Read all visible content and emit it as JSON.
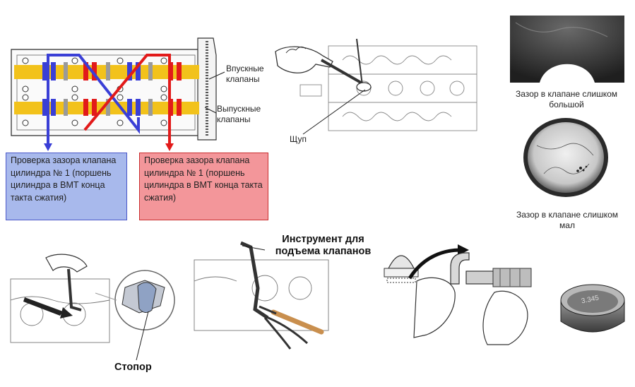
{
  "labels": {
    "intake_valves": "Впускные клапаны",
    "exhaust_valves": "Выпускные клапаны",
    "feeler_gauge": "Щуп",
    "gap_too_large": "Зазор в клапане слишком большой",
    "gap_too_small": "Зазор в клапане слишком мал",
    "valve_lift_tool": "Инструмент для подъема клапанов",
    "stopper": "Стопор",
    "shim_marking": "3.345"
  },
  "boxes": {
    "blue_check": "Проверка зазора клапана цилиндра № 1 (поршень цилиндра в ВМТ конца такта сжатия)",
    "red_check": "Проверка зазора клапана цилиндра № 1 (поршень цилиндра в ВМТ конца такта сжатия)"
  },
  "colors": {
    "blue_box_bg": "#a8b9ec",
    "blue_line": "#3a3fd6",
    "red_box_bg": "#f3969a",
    "red_line": "#e21a1a",
    "cam_yellow": "#f2c21b"
  }
}
